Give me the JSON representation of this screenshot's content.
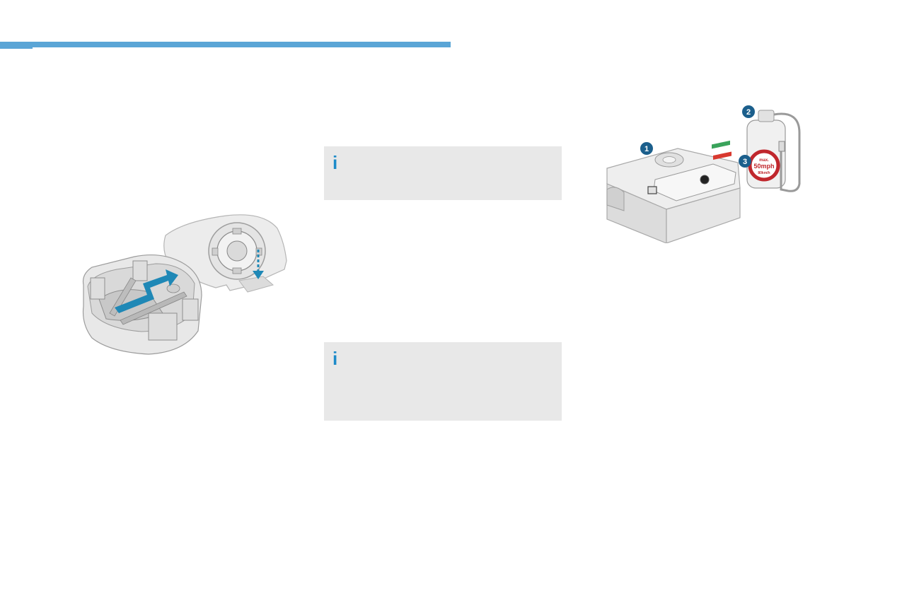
{
  "info_boxes": [
    {
      "icon": "i"
    },
    {
      "icon": "i"
    }
  ],
  "kit_callouts": [
    "1",
    "2",
    "3"
  ],
  "bottle_label": {
    "top": "max.",
    "main": "50mph",
    "sub": "80km/h"
  },
  "colors": {
    "accent_blue": "#5aa5d6",
    "info_icon": "#1d8bc9",
    "arrow_teal": "#1f88b6",
    "callout_navy": "#1b5f8c",
    "info_bg": "#e8e8e8"
  }
}
